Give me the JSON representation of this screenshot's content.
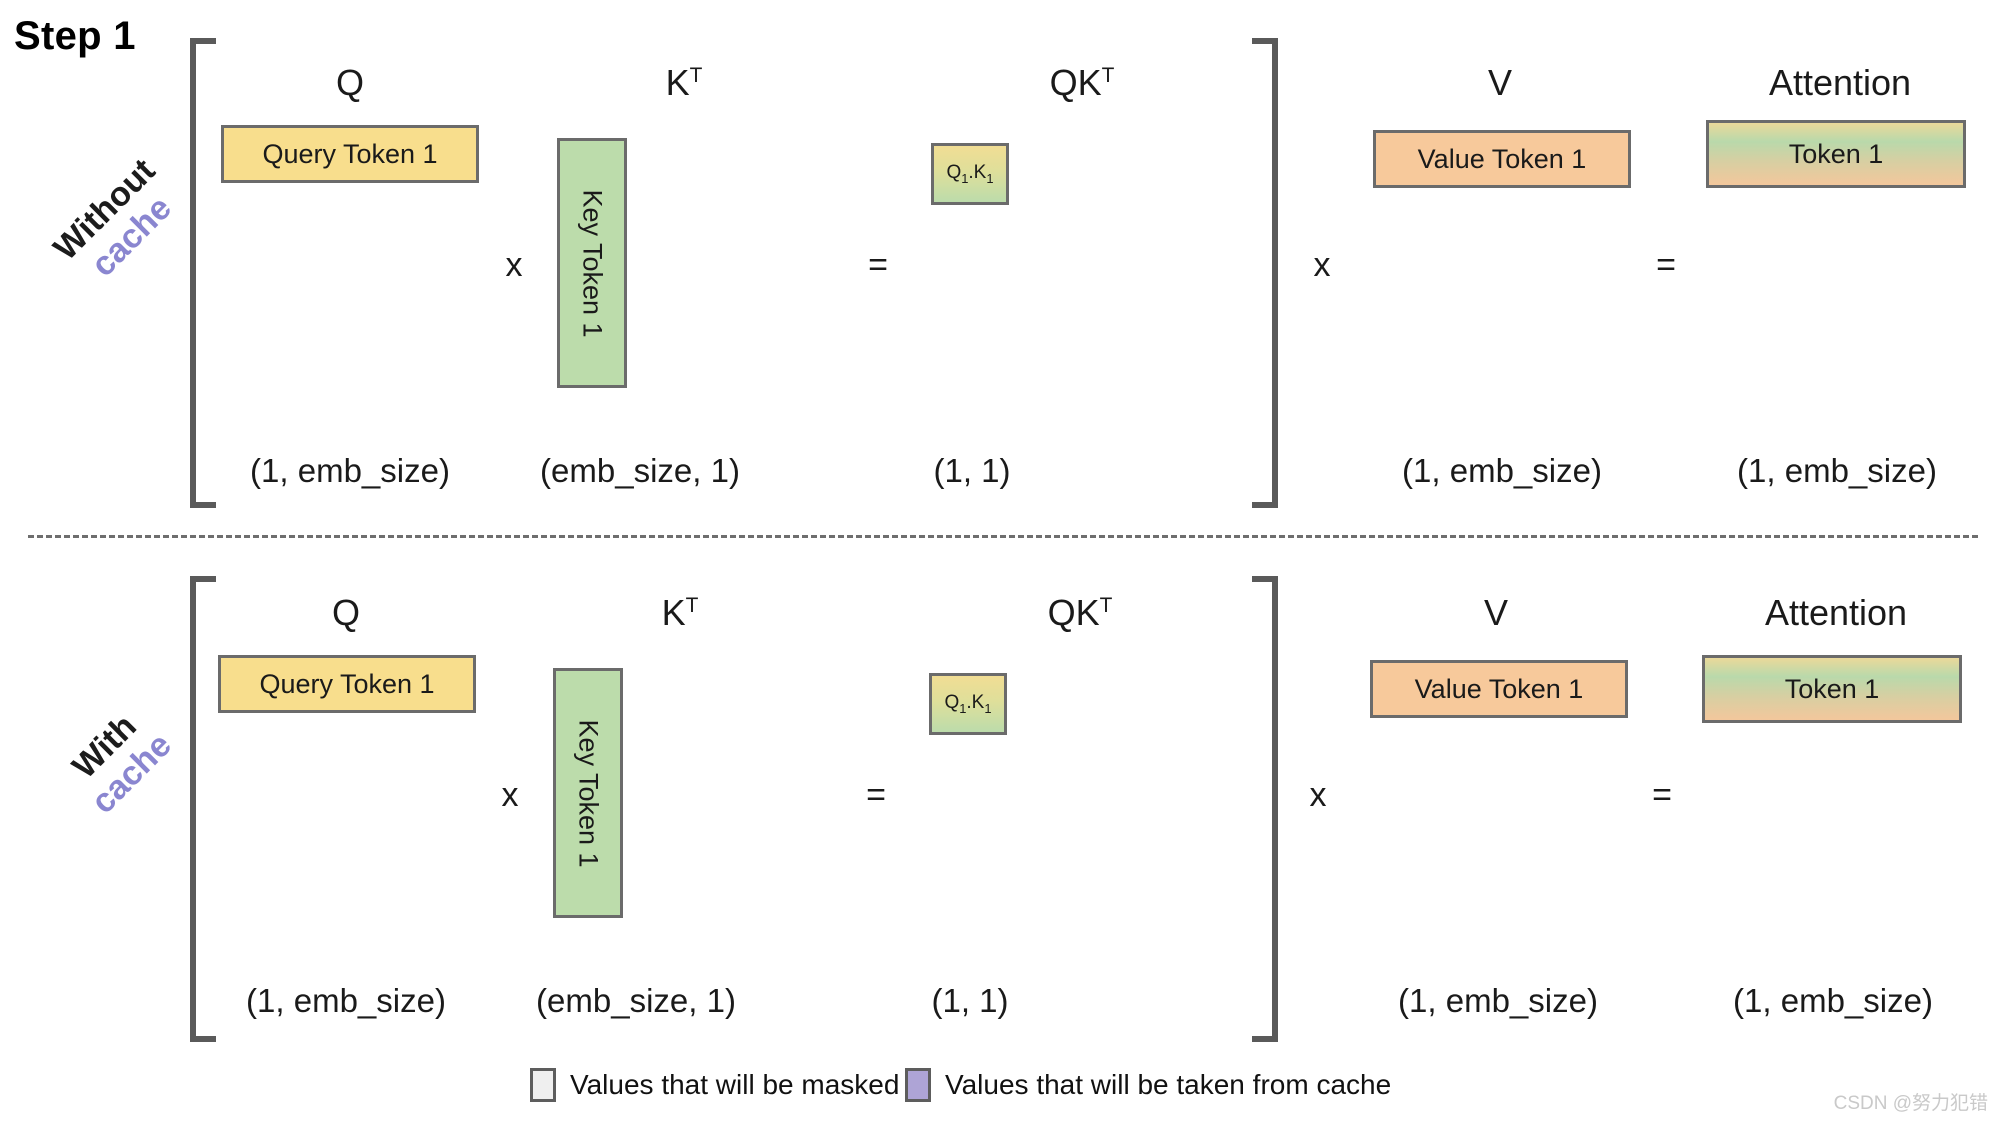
{
  "title": "Step 1",
  "rows": [
    {
      "id": "without-cache",
      "label_main": "Without",
      "label_accent": "cache",
      "columns": [
        {
          "id": "q",
          "header": "Q",
          "header_sup": "",
          "dim": "(1, emb_size)"
        },
        {
          "id": "kt",
          "header": "K",
          "header_sup": "T",
          "dim": "(emb_size, 1)"
        },
        {
          "id": "qkt",
          "header": "QK",
          "header_sup": "T",
          "dim": "(1, 1)"
        },
        {
          "id": "v",
          "header": "V",
          "header_sup": "",
          "dim": "(1, emb_size)"
        },
        {
          "id": "attention",
          "header": "Attention",
          "header_sup": "",
          "dim": "(1, emb_size)"
        }
      ],
      "cells": {
        "query": "Query Token 1",
        "key": "Key Token 1",
        "qk": "Q1.K1",
        "qk_base": "Q",
        "qk_sub1": "1",
        "qk_mid": ".K",
        "qk_sub2": "1",
        "value": "Value Token 1",
        "attention": "Token 1"
      },
      "operators": {
        "mul1": "x",
        "eq1": "=",
        "mul2": "x",
        "eq2": "="
      }
    },
    {
      "id": "with-cache",
      "label_main": "With",
      "label_accent": "cache",
      "columns": [
        {
          "id": "q",
          "header": "Q",
          "header_sup": "",
          "dim": "(1, emb_size)"
        },
        {
          "id": "kt",
          "header": "K",
          "header_sup": "T",
          "dim": "(emb_size, 1)"
        },
        {
          "id": "qkt",
          "header": "QK",
          "header_sup": "T",
          "dim": "(1, 1)"
        },
        {
          "id": "v",
          "header": "V",
          "header_sup": "",
          "dim": "(1, emb_size)"
        },
        {
          "id": "attention",
          "header": "Attention",
          "header_sup": "",
          "dim": "(1, emb_size)"
        }
      ],
      "cells": {
        "query": "Query Token 1",
        "key": "Key Token 1",
        "qk": "Q1.K1",
        "qk_base": "Q",
        "qk_sub1": "1",
        "qk_mid": ".K",
        "qk_sub2": "1",
        "value": "Value Token 1",
        "attention": "Token 1"
      },
      "operators": {
        "mul1": "x",
        "eq1": "=",
        "mul2": "x",
        "eq2": "="
      }
    }
  ],
  "legend": [
    {
      "id": "masked",
      "label": "Values that will be masked",
      "color": "#efefef"
    },
    {
      "id": "cached",
      "label": "Values that will be taken from cache",
      "color": "#aea4d6"
    }
  ],
  "colors": {
    "query": "#f8de8d",
    "key": "#bcdcab",
    "value": "#f7c99b",
    "accent": "#8a86d0",
    "stroke": "#6b6b6b",
    "bracket": "#5a5a5a"
  },
  "watermark": "CSDN @努力犯错"
}
